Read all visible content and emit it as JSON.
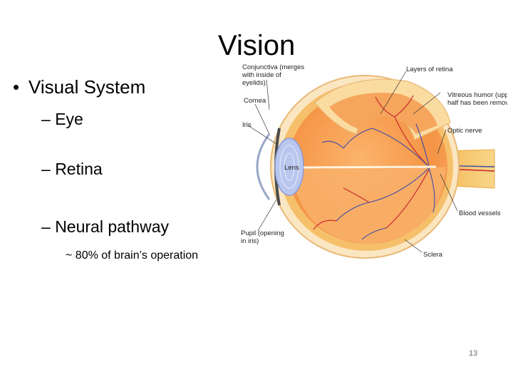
{
  "slide": {
    "title": "Vision",
    "page_number": "13"
  },
  "bullets": {
    "level1": "Visual System",
    "items": [
      "Eye",
      "Retina",
      "Neural pathway"
    ],
    "sub_note": "~ 80% of brain’s operation",
    "marker_level1": "•",
    "marker_level2": "–"
  },
  "diagram": {
    "labels": {
      "conjunctiva_1": "Conjunctiva (merges",
      "conjunctiva_2": "with inside of",
      "conjunctiva_3": "eyelids)",
      "cornea": "Cornea",
      "iris": "Iris",
      "lens": "Lens",
      "pupil_1": "Pupil (opening",
      "pupil_2": "in iris)",
      "layers_of_retina": "Layers of retina",
      "vitreous_1": "Vitreous humor (upper",
      "vitreous_2": "half has been removed)",
      "optic_nerve": "Optic nerve",
      "blood_vessels": "Blood vessels",
      "sclera": "Sclera"
    },
    "colors": {
      "eyeball_inner": "#f7a35a",
      "eyeball_outer": "#f9d39a",
      "sclera_rim": "#fbe6c2",
      "lens": "#b9c6ee",
      "vessels": "#3b4aa8",
      "arteries": "#c8202a",
      "optic_nerve": "#f6c873"
    }
  }
}
